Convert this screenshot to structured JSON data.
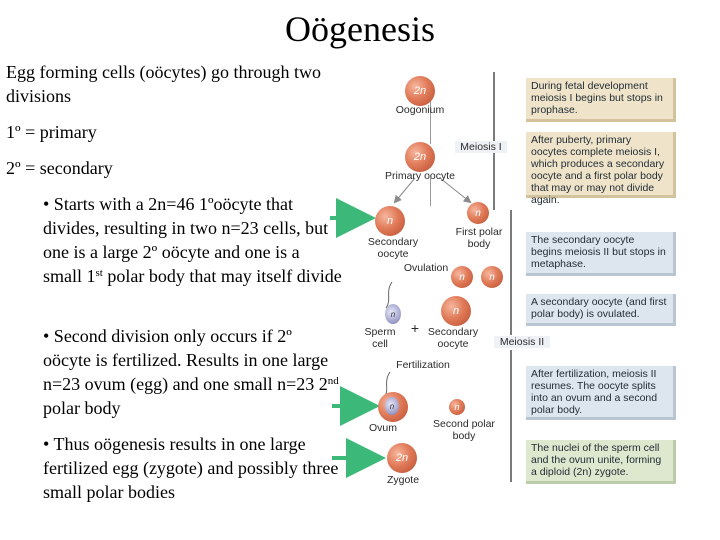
{
  "title": "Oögenesis",
  "left": {
    "intro": "Egg forming cells (oöcytes) go through two divisions",
    "primary": "1º = primary",
    "secondary": "2º = secondary",
    "bullet1_pre": "• Starts with a 2n=46 1ºoöcyte that divides, resulting in two n=23 cells, but one is a large 2º oöcyte and one is a small 1",
    "bullet1_sup": "st",
    "bullet1_post": " polar body that may itself divide",
    "bullet2_pre": "• Second division only occurs if 2º oöcyte is fertilized.  Results in one large n=23 ovum (egg) and one small n=23 2",
    "bullet2_sup": "nd",
    "bullet2_post": " polar body",
    "bullet3": "• Thus oögenesis results in one large fertilized egg (zygote) and possibly three small polar bodies"
  },
  "diagram": {
    "cells": {
      "oogonium": "2n",
      "primary_oocyte": "2n",
      "secondary_oocyte": "n",
      "first_polar_body": "n",
      "ovulation_pb1": "n",
      "ovulation_pb2": "n",
      "ovulated_oocyte": "n",
      "sperm": "n",
      "fert_sperm": "n",
      "second_polar_body": "n",
      "zygote": "2n"
    },
    "labels": {
      "oogonium": "Oogonium",
      "primary_oocyte": "Primary oocyte",
      "meiosis1": "Meiosis I",
      "secondary_oocyte": "Secondary oocyte",
      "first_polar_body": "First polar body",
      "ovulation": "Ovulation",
      "sperm_cell": "Sperm cell",
      "plus": "+",
      "secondary_oocyte2": "Secondary oocyte",
      "meiosis2": "Meiosis II",
      "fertilization": "Fertilization",
      "ovum": "Ovum",
      "second_polar_body": "Second polar body",
      "zygote": "Zygote"
    },
    "notes": {
      "n1": "During fetal development meiosis I begins but stops in prophase.",
      "n2": "After puberty, primary oocytes complete meiosis I, which produces a secondary oocyte and a first polar body that may or may not divide again.",
      "n3": "The secondary oocyte begins meiosis II but stops in metaphase.",
      "n4": "A secondary oocyte (and first polar body) is ovulated.",
      "n5": "After fertilization, meiosis II resumes. The oocyte splits into an ovum and a second polar body.",
      "n6": "The nuclei of the sperm cell and the ovum unite, forming a diploid (2n) zygote."
    }
  },
  "colors": {
    "arrow": "#3cb878",
    "note_tan": "#efe4c9",
    "note_blue": "#dde6ee",
    "note_green": "#dde8cf",
    "cell": "#e07a58"
  }
}
